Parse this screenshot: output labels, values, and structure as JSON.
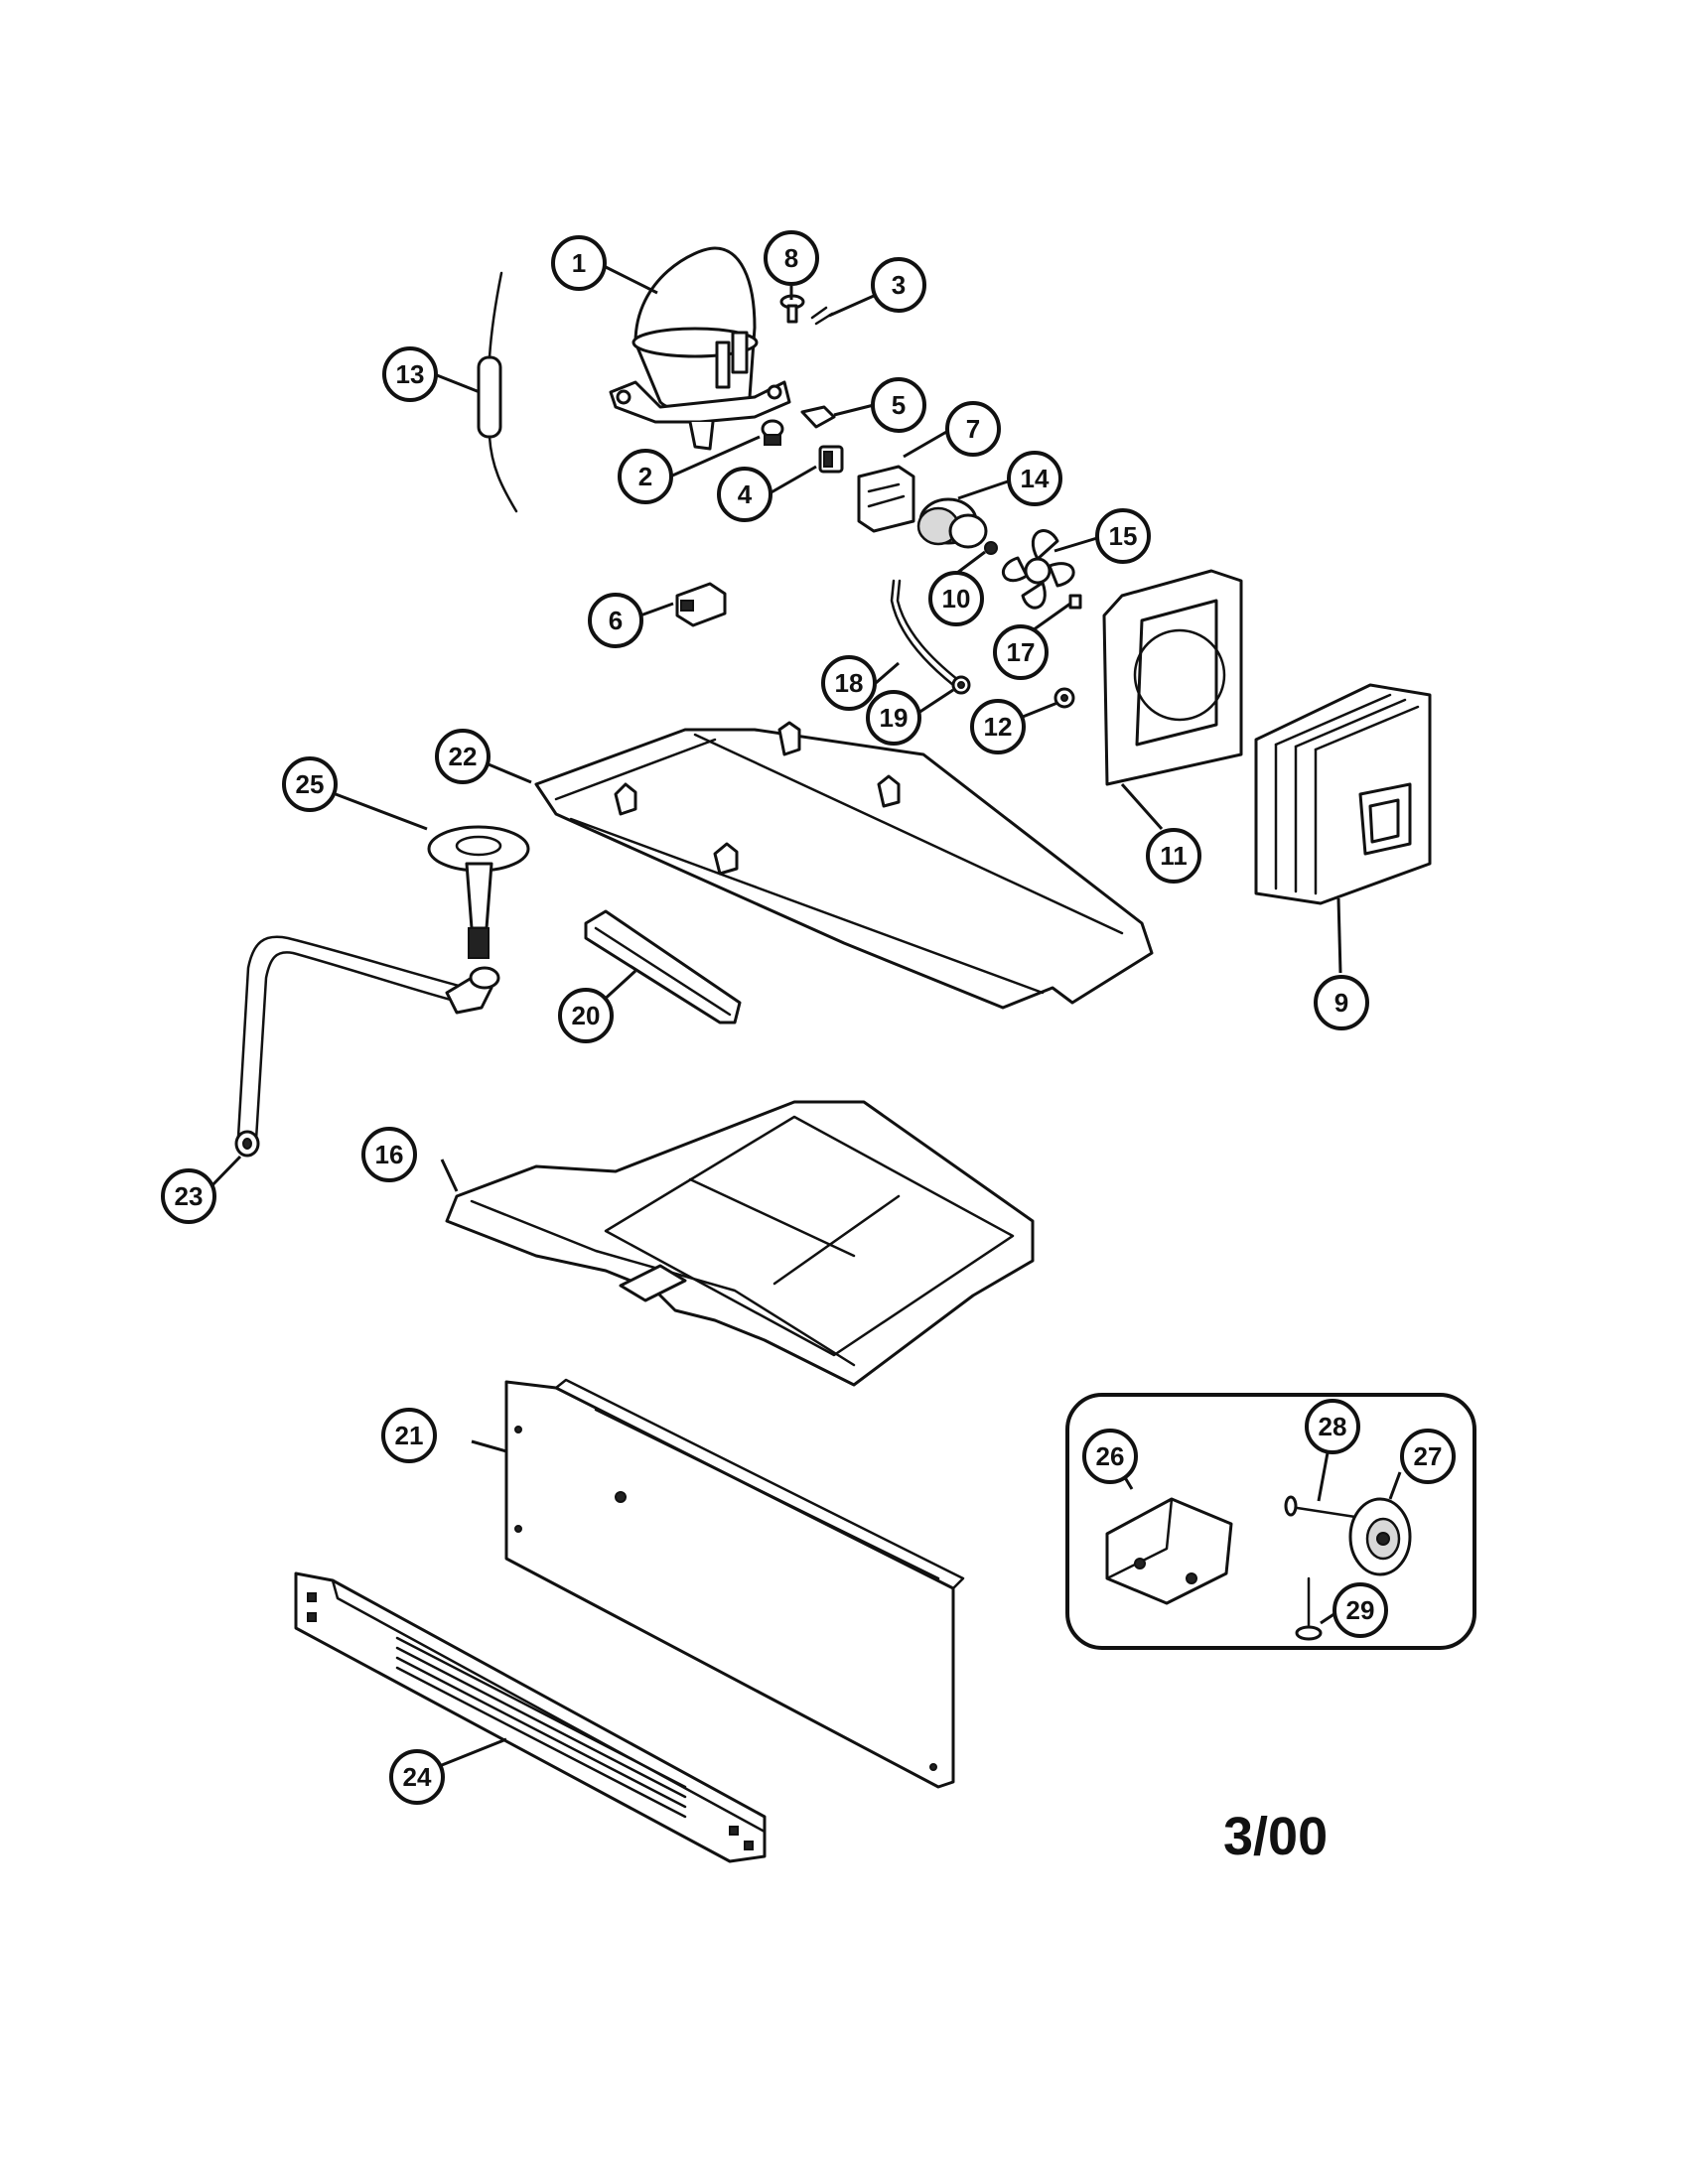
{
  "callouts": {
    "c1": "1",
    "c2": "2",
    "c3": "3",
    "c4": "4",
    "c5": "5",
    "c6": "6",
    "c7": "7",
    "c8": "8",
    "c9": "9",
    "c10": "10",
    "c11": "11",
    "c12": "12",
    "c13": "13",
    "c14": "14",
    "c15": "15",
    "c16": "16",
    "c17": "17",
    "c18": "18",
    "c19": "19",
    "c20": "20",
    "c21": "21",
    "c22": "22",
    "c23": "23",
    "c24": "24",
    "c25": "25",
    "c26": "26",
    "c27": "27",
    "c28": "28",
    "c29": "29"
  },
  "date_code": "3/00",
  "colors": {
    "ink": "#111111",
    "paper": "#ffffff"
  }
}
